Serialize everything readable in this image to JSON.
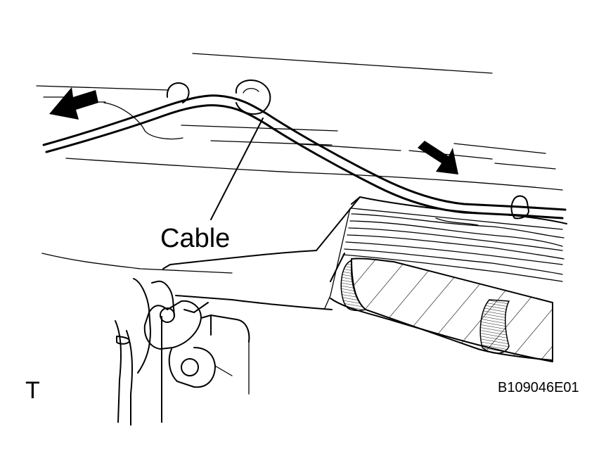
{
  "labels": {
    "cable": "Cable",
    "view_letter": "T",
    "figure_code": "B109046E01"
  },
  "colors": {
    "line": "#000000",
    "background": "#ffffff"
  }
}
